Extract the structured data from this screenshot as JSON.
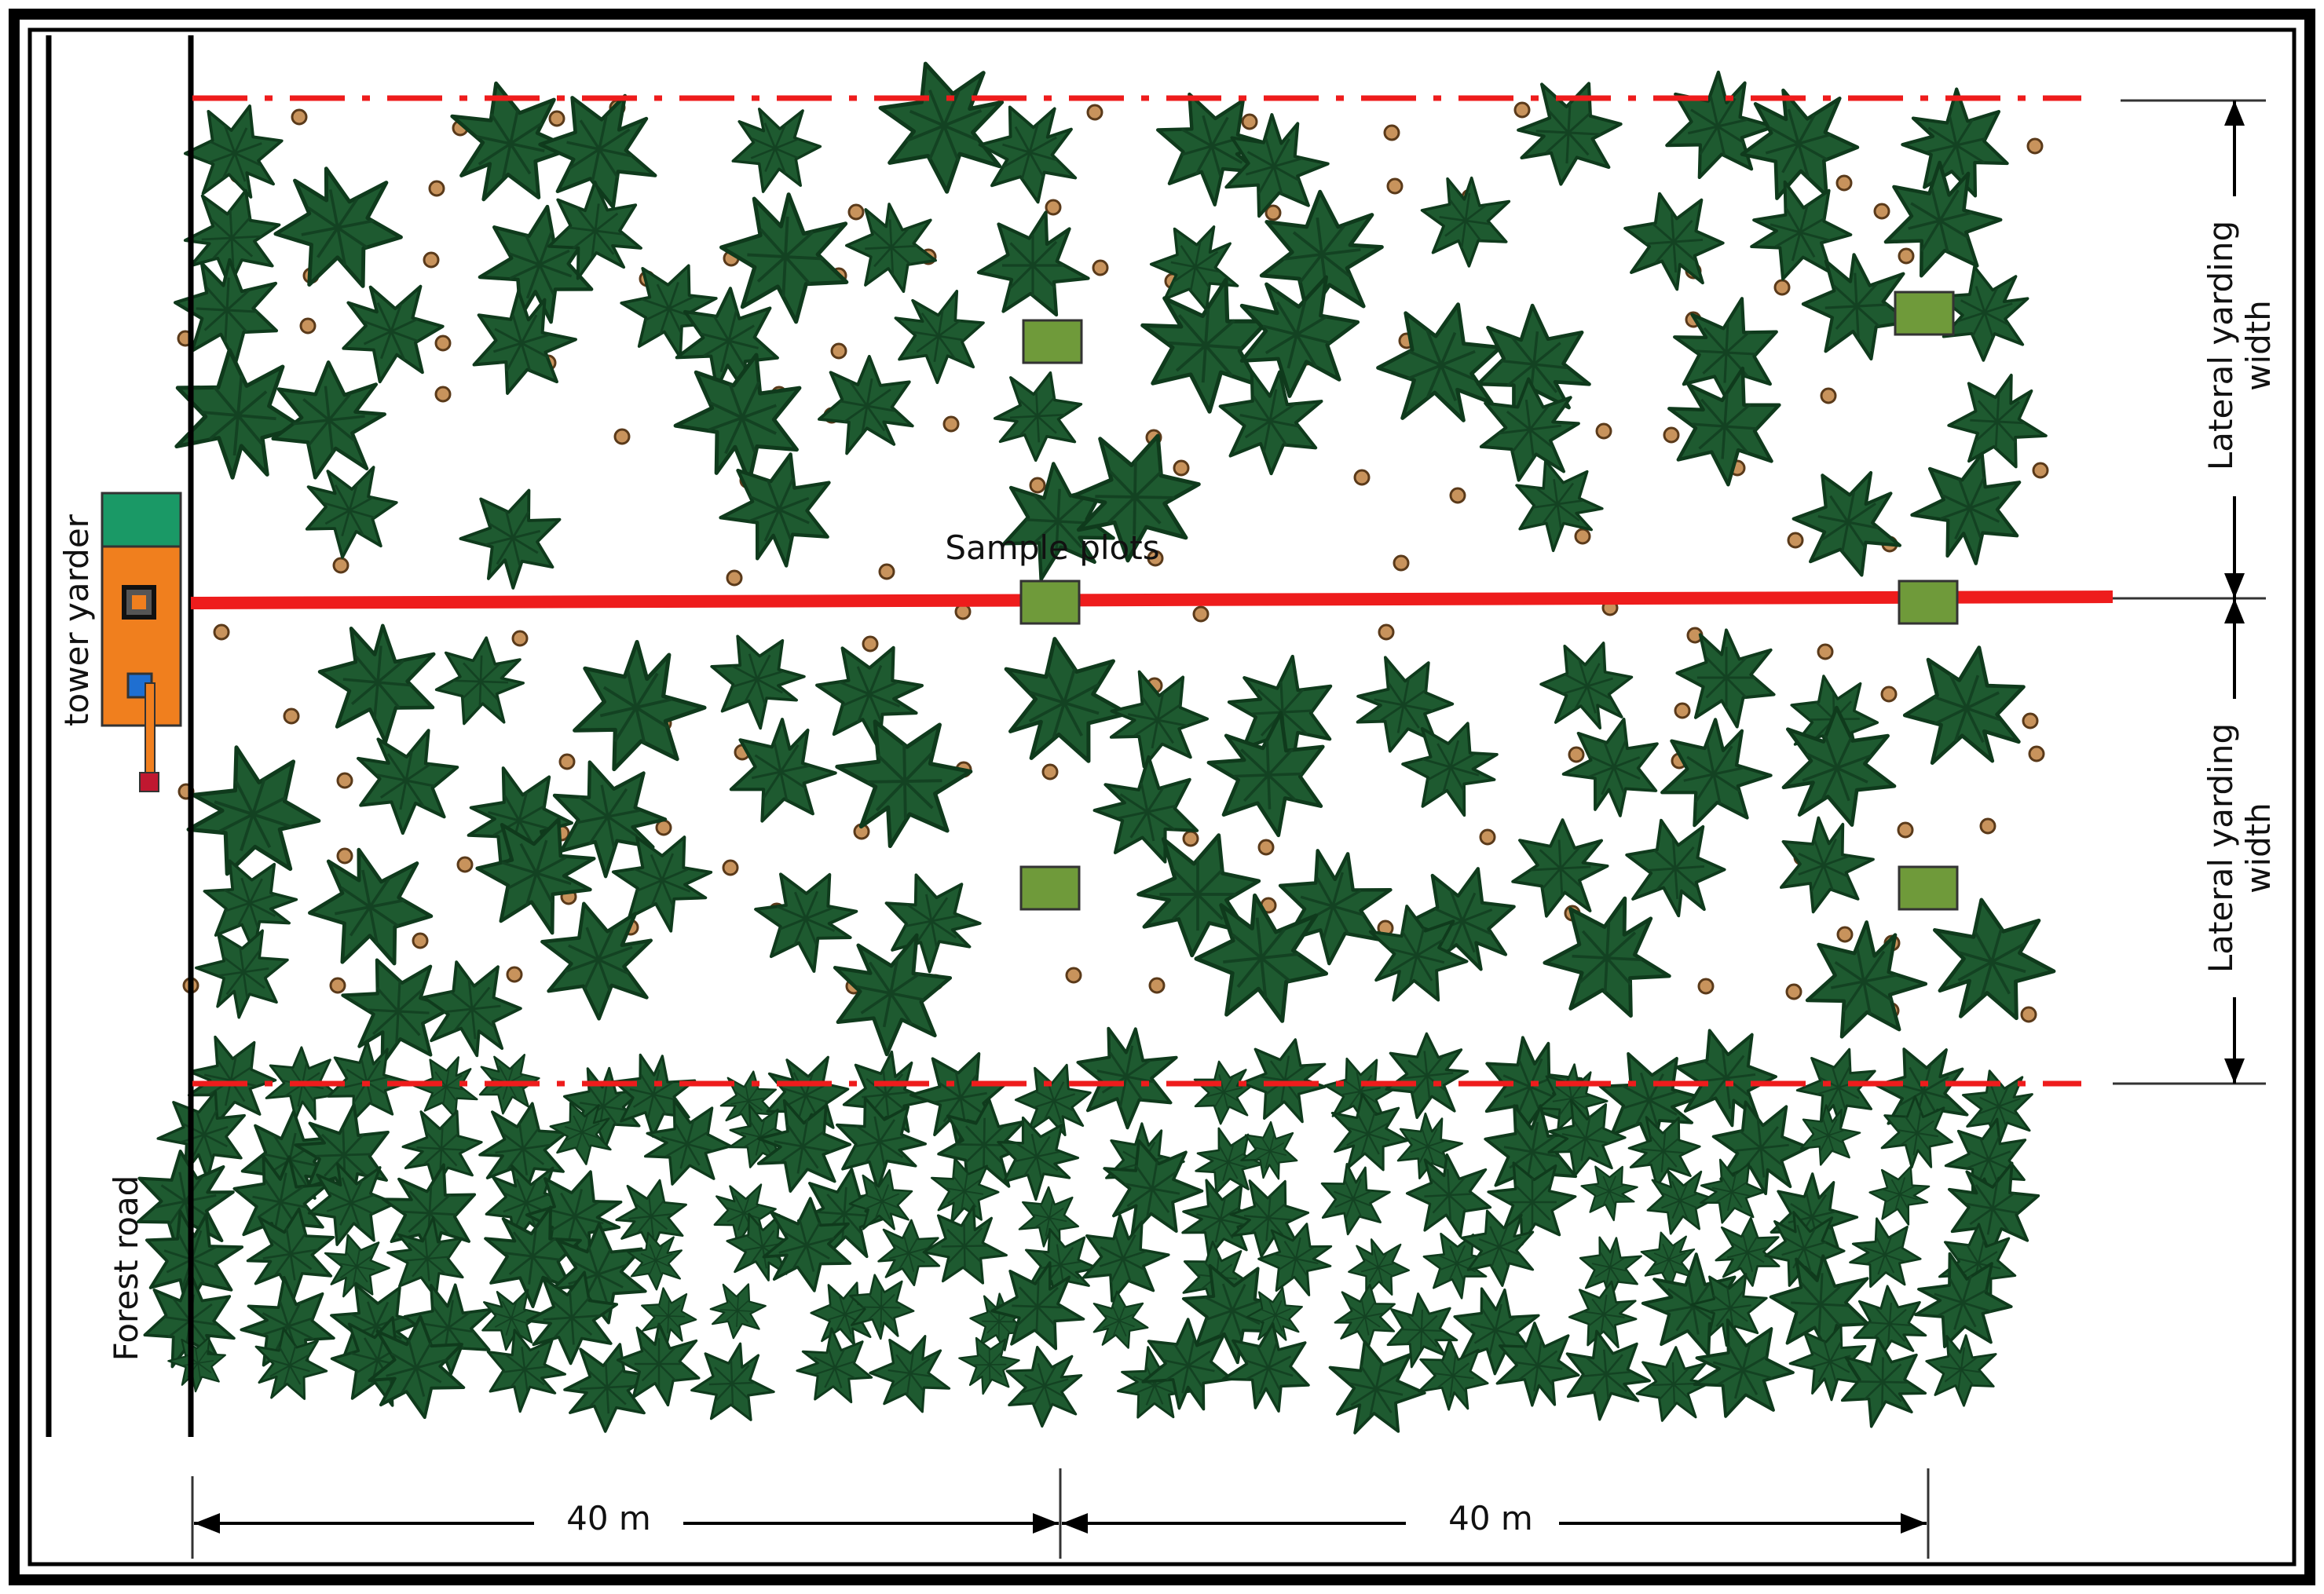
{
  "labels": {
    "tower_yarder": "tower yarder",
    "forest_road": "Forest road",
    "sample_plots": "Sample plots",
    "lateral_width_top_line1": "Lateral yarding",
    "lateral_width_top_line2": "width",
    "lateral_width_bottom_line1": "Lateral yarding",
    "lateral_width_bottom_line2": "width",
    "distance_left": "40 m",
    "distance_right": "40 m"
  },
  "colors": {
    "tree": "#1e5a30",
    "tree_outline": "#0f3a1c",
    "stump": "#c8935c",
    "plot": "#6f9a3a",
    "cable": "#ee1c1c",
    "yarder_body": "#f07f1e",
    "yarder_cab": "#1a9966"
  },
  "icons": {
    "tree": "conifer-crown-icon",
    "stump": "stump-icon",
    "plot": "sample-plot-square",
    "yarder": "tower-yarder-icon"
  }
}
